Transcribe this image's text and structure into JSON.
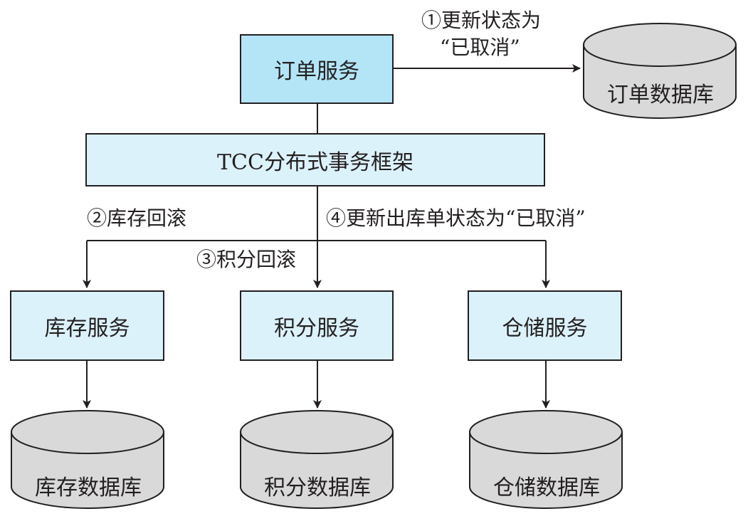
{
  "nodes": {
    "order_service": "订单服务",
    "tcc_framework": "TCC分布式事务框架",
    "inventory_service": "库存服务",
    "points_service": "积分服务",
    "warehouse_service": "仓储服务"
  },
  "databases": {
    "order_db": "订单数据库",
    "inventory_db": "库存数据库",
    "points_db": "积分数据库",
    "warehouse_db": "仓储数据库"
  },
  "edge_labels": {
    "step1_line1": "①更新状态为",
    "step1_line2": "“已取消”",
    "step2": "②库存回滚",
    "step3": "③积分回滚",
    "step4": "④更新出库单状态为“已取消”"
  },
  "colors": {
    "box_dark": "#b3e5f7",
    "box_light": "#dcf2fa",
    "db_fill": "#d9d9d9",
    "stroke": "#231f20"
  }
}
